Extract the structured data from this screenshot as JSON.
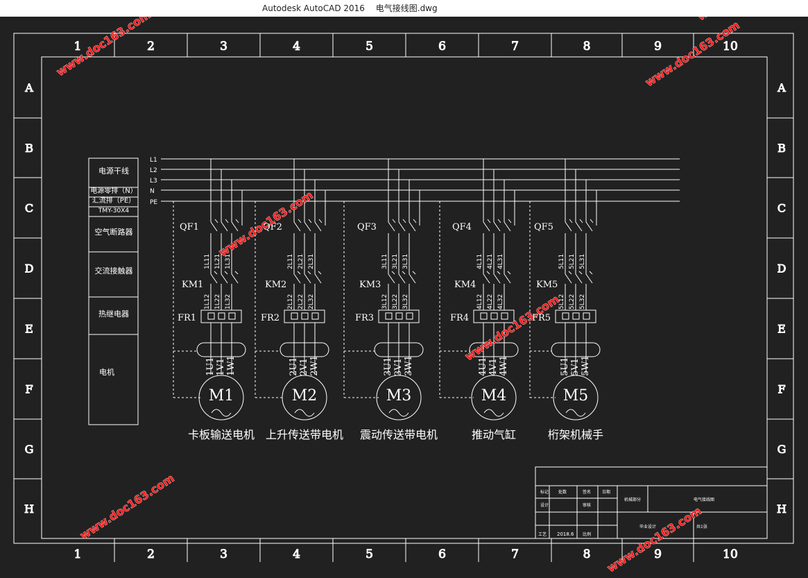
{
  "window": {
    "app_title": "Autodesk AutoCAD 2016",
    "file_name": "电气接线图.dwg"
  },
  "colors": {
    "background": "#212121",
    "line": "#ffffff",
    "watermark": "#ff2020"
  },
  "frame": {
    "columns": [
      "1",
      "2",
      "3",
      "4",
      "5",
      "6",
      "7",
      "8",
      "9",
      "10"
    ],
    "rows": [
      "A",
      "B",
      "C",
      "D",
      "E",
      "F",
      "G",
      "H"
    ]
  },
  "legend": {
    "items": [
      "电源干线",
      "电源零排（N）",
      "汇流排（PE）",
      "TMY-30X4",
      "空气断路器",
      "交流接触器",
      "热继电器",
      "电机"
    ]
  },
  "buses": [
    "L1",
    "L2",
    "L3",
    "N",
    "PE"
  ],
  "circuits": [
    {
      "qf": "QF1",
      "km": "KM1",
      "fr": "FR1",
      "m": "M1",
      "upper": [
        "1L11",
        "1L21",
        "1L31"
      ],
      "lower": [
        "1L12",
        "1L22",
        "1L32"
      ],
      "terms": [
        "1U1",
        "1V1",
        "1W1"
      ],
      "name": "卡板输送电机"
    },
    {
      "qf": "QF2",
      "km": "KM2",
      "fr": "FR2",
      "m": "M2",
      "upper": [
        "2L11",
        "2L21",
        "2L31"
      ],
      "lower": [
        "2L12",
        "2L22",
        "2L32"
      ],
      "terms": [
        "2U1",
        "2V1",
        "2W1"
      ],
      "name": "上升传送带电机"
    },
    {
      "qf": "QF3",
      "km": "KM3",
      "fr": "FR3",
      "m": "M3",
      "upper": [
        "3L11",
        "3L21",
        "3L31"
      ],
      "lower": [
        "3L12",
        "3L22",
        "3L32"
      ],
      "terms": [
        "3U1",
        "3V1",
        "3W1"
      ],
      "name": "震动传送带电机"
    },
    {
      "qf": "QF4",
      "km": "KM4",
      "fr": "FR4",
      "m": "M4",
      "upper": [
        "4L11",
        "4L21",
        "4L31"
      ],
      "lower": [
        "4L12",
        "4L22",
        "4L32"
      ],
      "terms": [
        "4U1",
        "4V1",
        "4W1"
      ],
      "name": "推动气缸"
    },
    {
      "qf": "QF5",
      "km": "KM5",
      "fr": "FR5",
      "m": "M5",
      "upper": [
        "5L11",
        "5L21",
        "5L31"
      ],
      "lower": [
        "5L12",
        "5L22",
        "5L32"
      ],
      "terms": [
        "5U1",
        "5V1",
        "5W1"
      ],
      "name": "桁架机械手"
    }
  ],
  "title_block": {
    "c1": "标记",
    "c2": "处数",
    "c3": "签名",
    "c4": "日期",
    "r2a": "设计",
    "r2b": "审核",
    "part": "机械部分",
    "drawing": "电气接线图",
    "r4a": "工艺",
    "r4b": "2018.6",
    "r4c": "比例",
    "school": "毕业设计",
    "sheet": "共1张"
  },
  "watermark": "www.doc163.com"
}
